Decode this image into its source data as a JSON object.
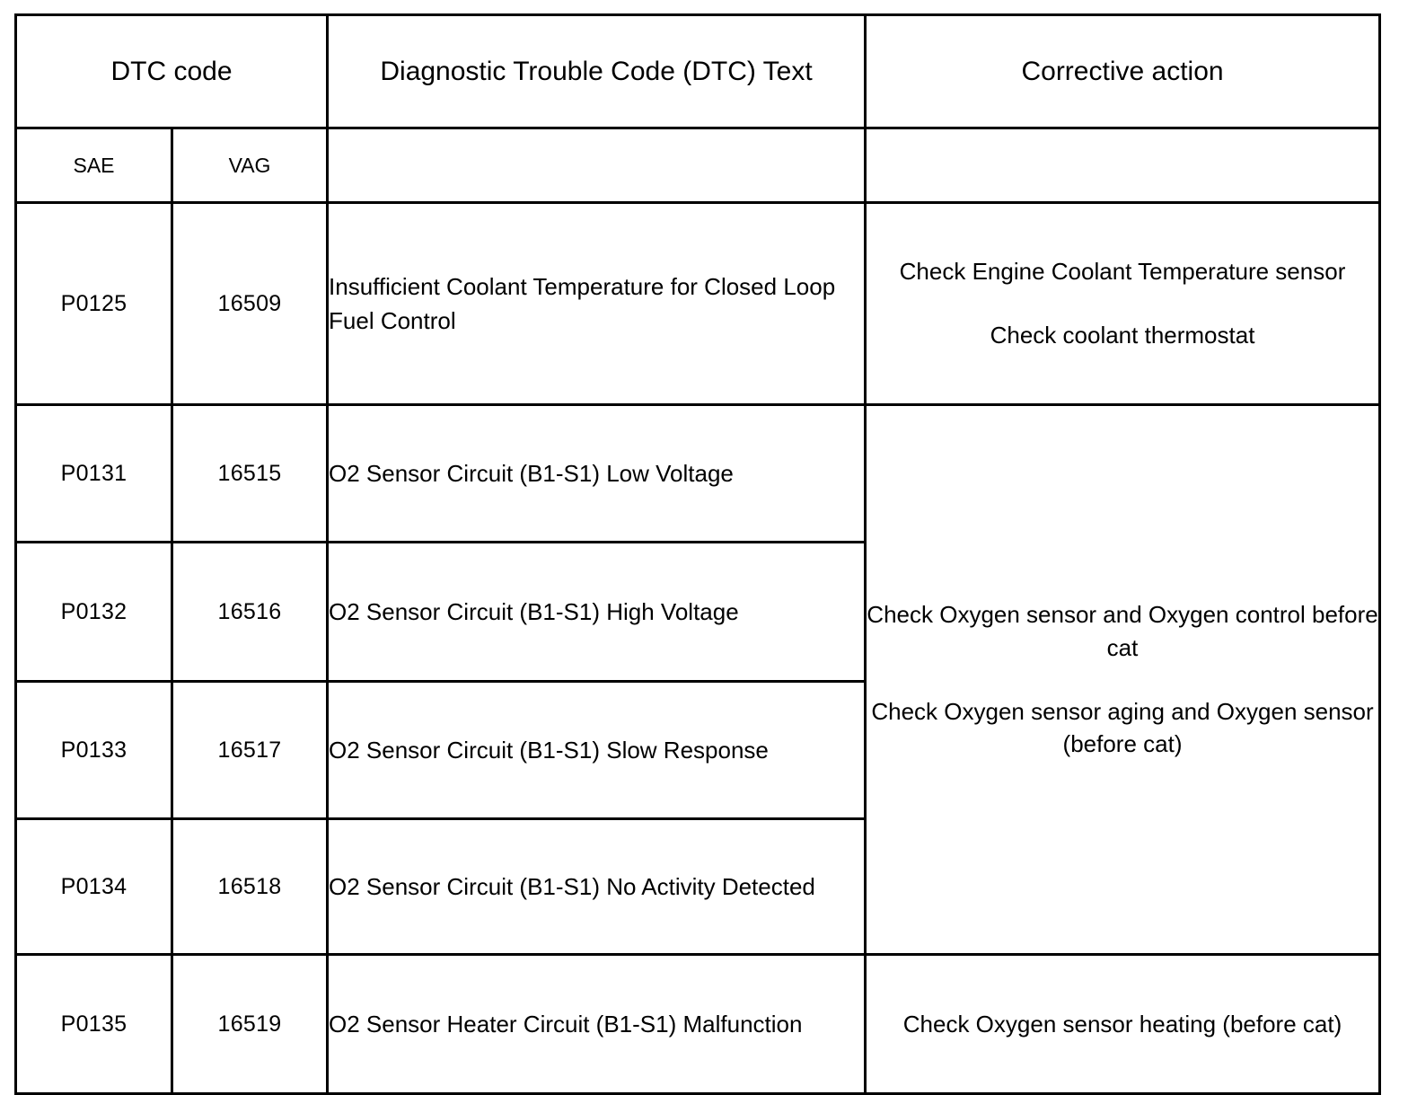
{
  "table": {
    "headers": {
      "dtc_code": "DTC code",
      "dtc_text": "Diagnostic Trouble Code (DTC) Text",
      "corrective_action": "Corrective action",
      "sub_sae": "SAE",
      "sub_vag": "VAG"
    },
    "rows": [
      {
        "sae": "P0125",
        "vag": "16509",
        "dtc_text": "Insufficient Coolant Temperature for Closed Loop Fuel Control",
        "action_line_1": "Check Engine Coolant Temperature sensor",
        "action_line_2": "Check coolant thermostat"
      },
      {
        "sae": "P0131",
        "vag": "16515",
        "dtc_text": "O2 Sensor Circuit (B1-S1) Low Voltage",
        "action_line_1": "Check Oxygen sensor and Oxygen control before cat",
        "action_line_2": "Check Oxygen sensor aging and Oxygen sensor (before cat)"
      },
      {
        "sae": "P0132",
        "vag": "16516",
        "dtc_text": "O2 Sensor Circuit (B1-S1) High Voltage"
      },
      {
        "sae": "P0133",
        "vag": "16517",
        "dtc_text": "O2 Sensor Circuit (B1-S1) Slow Response"
      },
      {
        "sae": "P0134",
        "vag": "16518",
        "dtc_text": "O2 Sensor Circuit (B1-S1) No Activity Detected"
      },
      {
        "sae": "P0135",
        "vag": "16519",
        "dtc_text": "O2 Sensor Heater Circuit (B1-S1) Malfunction",
        "action_line_1": "Check Oxygen sensor heating (before cat)"
      }
    ]
  },
  "colors": {
    "border": "#000000",
    "text": "#000000",
    "background": "#ffffff"
  }
}
